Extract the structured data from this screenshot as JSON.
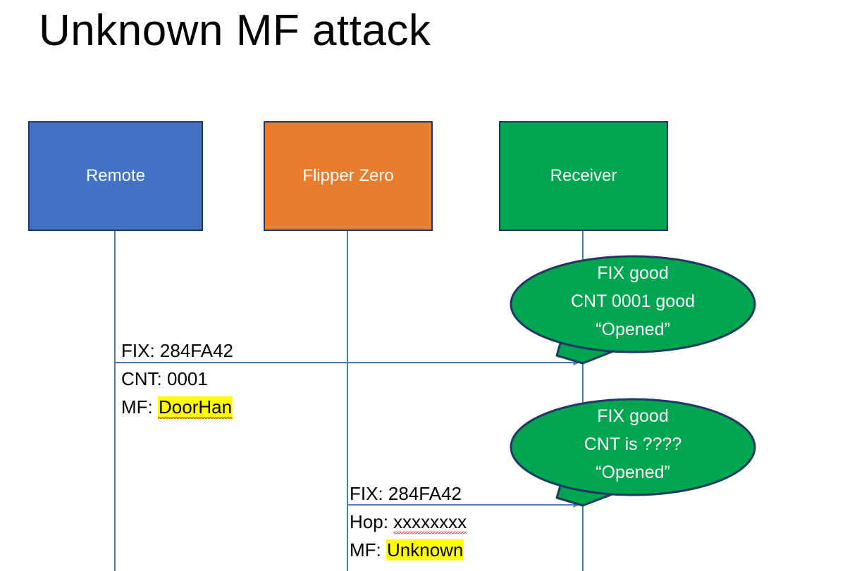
{
  "slide": {
    "title": "Unknown MF attack"
  },
  "actors": [
    {
      "id": "remote",
      "label": "Remote",
      "color": "#4472C4",
      "border": "#1F3864"
    },
    {
      "id": "flipper",
      "label": "Flipper Zero",
      "color": "#E87D30",
      "border": "#1F3864"
    },
    {
      "id": "receiver",
      "label": "Receiver",
      "color": "#00A550",
      "border": "#1F3864"
    }
  ],
  "messages": [
    {
      "id": "msg1",
      "from": "remote",
      "to": "receiver",
      "lines": [
        {
          "prefix": "FIX: ",
          "value": "284FA42",
          "highlight": false,
          "misspelled": false
        },
        {
          "prefix": "CNT: ",
          "value": "0001",
          "highlight": false,
          "misspelled": false
        },
        {
          "prefix": "MF: ",
          "value": "DoorHan",
          "highlight": true,
          "misspelled": true
        }
      ]
    },
    {
      "id": "msg2",
      "from": "flipper",
      "to": "receiver",
      "lines": [
        {
          "prefix": "FIX: ",
          "value": "284FA42",
          "highlight": false,
          "misspelled": false
        },
        {
          "prefix": "Hop: ",
          "value": "xxxxxxxx",
          "highlight": false,
          "misspelled": true
        },
        {
          "prefix": "MF: ",
          "value": "Unknown",
          "highlight": true,
          "misspelled": false
        }
      ]
    }
  ],
  "bubbles": [
    {
      "id": "bubble1",
      "owner": "receiver",
      "fill": "#00A550",
      "stroke": "#1F3864",
      "line1": "FIX good",
      "line2": "CNT 0001 good",
      "line3": "“Opened”"
    },
    {
      "id": "bubble2",
      "owner": "receiver",
      "fill": "#00A550",
      "stroke": "#1F3864",
      "line1": "FIX good",
      "line2": "CNT is ????",
      "line3": "“Opened”"
    }
  ],
  "colors": {
    "lifeline": "#4A7EBB",
    "arrow": "#4A7EBB",
    "highlight": "#FFFF00",
    "spellcheck": "#E03030",
    "background": "#FFFFFF"
  }
}
